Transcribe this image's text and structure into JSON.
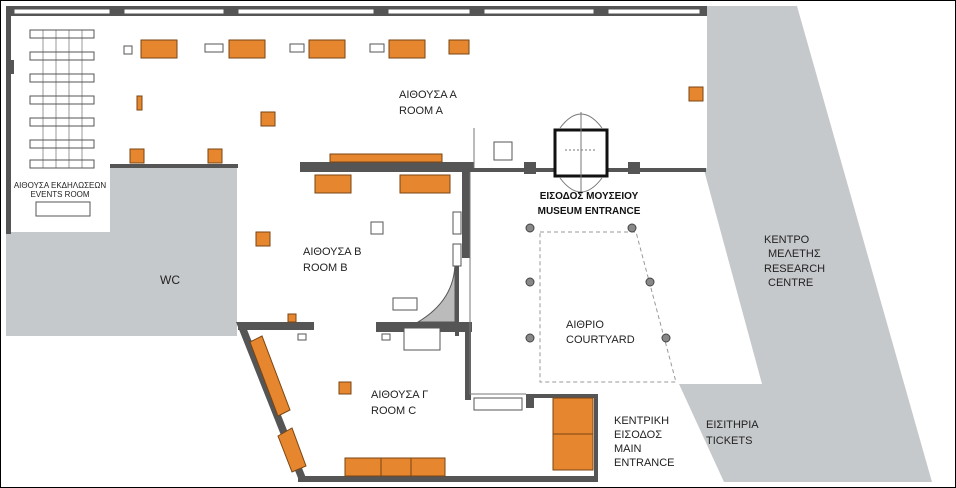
{
  "colors": {
    "wall": "#555555",
    "floor": "#ffffff",
    "grey_zone": "#c6c9cb",
    "exhibit": "#e6872f",
    "exhibit_stroke": "#7a4512",
    "border": "#000000",
    "column": "#888888"
  },
  "labels": {
    "room_a_gr": "ΑΙΘΟΥΣΑ Α",
    "room_a_en": "ROOM A",
    "events_gr": "ΑΙΘΟΥΣΑ ΕΚΔΗΛΩΣΕΩΝ",
    "events_en": "EVENTS ROOM",
    "wc": "WC",
    "room_b_gr": "ΑΙΘΟΥΣΑ Β",
    "room_b_en": "ROOM B",
    "museum_entrance_gr": "ΕΙΣΟΔΟΣ ΜΟΥΣΕΙΟΥ",
    "museum_entrance_en": "MUSEUM ENTRANCE",
    "courtyard_gr": "ΑΙΘΡΙΟ",
    "courtyard_en": "COURTYARD",
    "room_c_gr": "ΑΙΘΟΥΣΑ Γ",
    "room_c_en": "ROOM C",
    "main_entrance_gr_1": "ΚΕΝΤΡΙΚΗ",
    "main_entrance_gr_2": "ΕΙΣΟΔΟΣ",
    "main_entrance_en_1": "MAIN",
    "main_entrance_en_2": "ENTRANCE",
    "research_gr_1": "ΚΕΝΤΡΟ",
    "research_gr_2": "ΜΕΛΕΤΗΣ",
    "research_en_1": "RESEARCH",
    "research_en_2": "CENTRE",
    "tickets_gr": "ΕΙΣΙΤΗΡΙΑ",
    "tickets_en": "TICKETS"
  }
}
